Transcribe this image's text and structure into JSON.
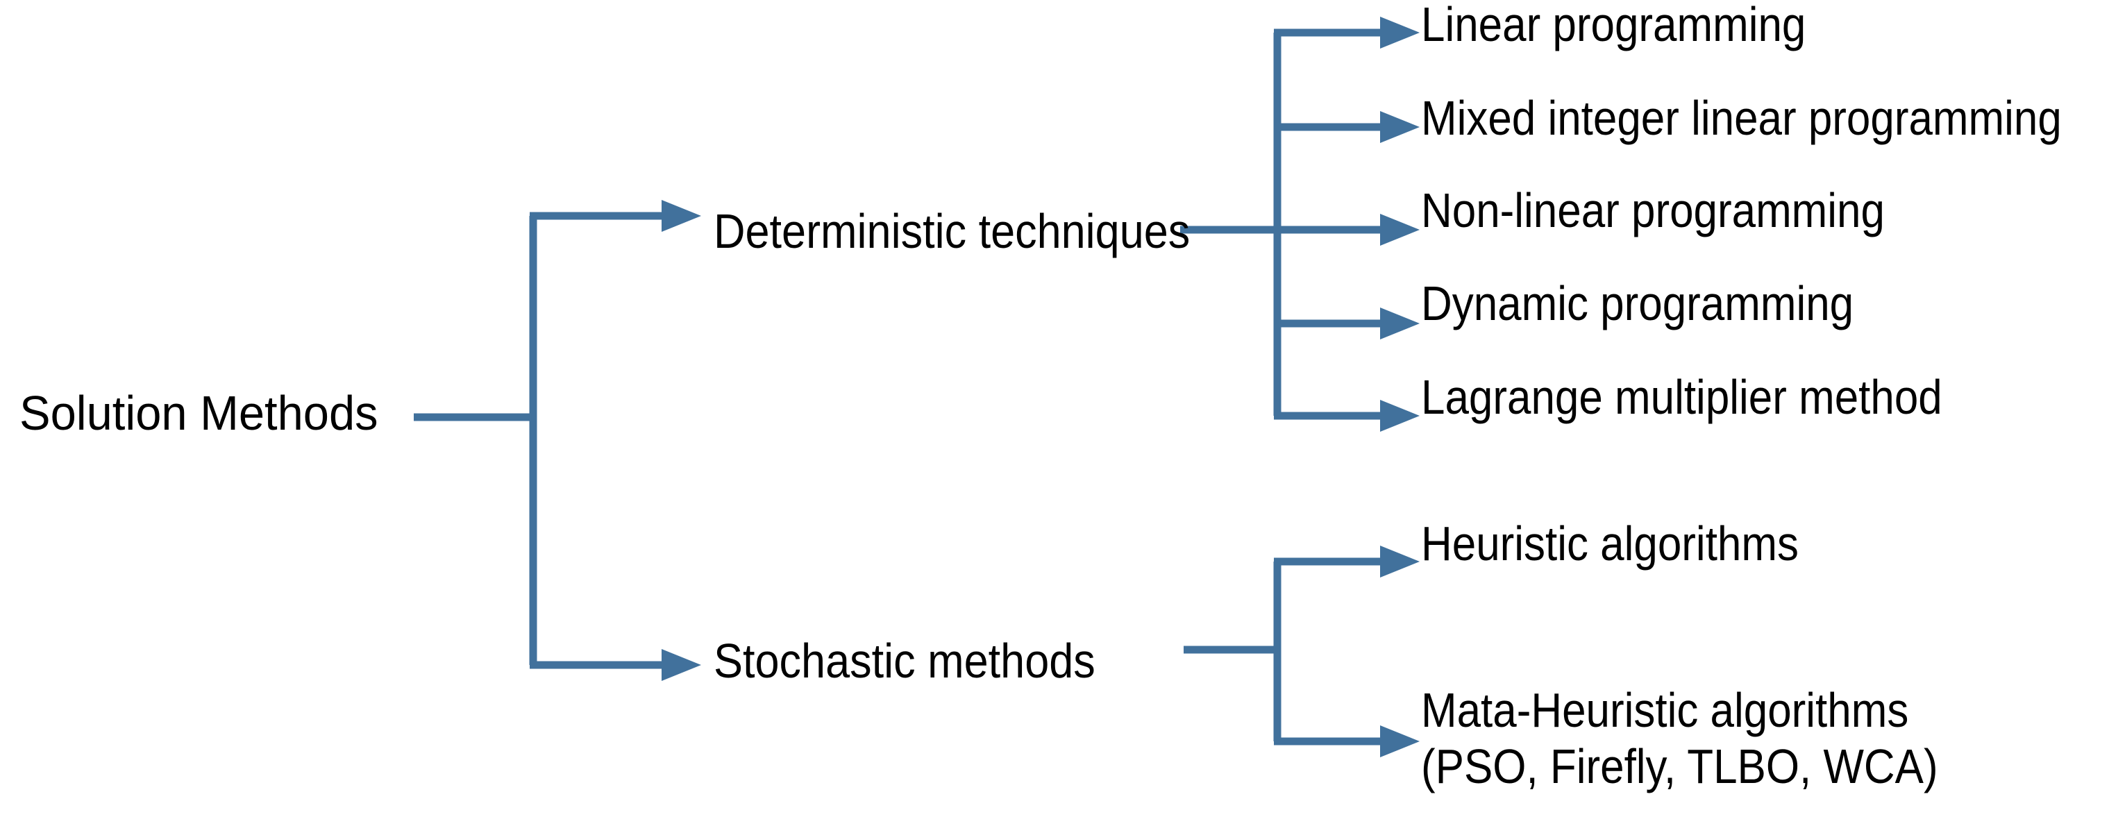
{
  "diagram": {
    "title": "Solution Methods",
    "type": "tree-hierarchy",
    "line_color": "#41719C",
    "text_color": "#000000",
    "background_color": "#FFFFFF",
    "root": {
      "label": "Solution Methods"
    },
    "level2": [
      {
        "label": "Deterministic techniques"
      },
      {
        "label": "Stochastic methods"
      }
    ],
    "deterministic_children": [
      {
        "label": "Linear programming"
      },
      {
        "label": "Mixed integer linear programming"
      },
      {
        "label": "Non-linear programming"
      },
      {
        "label": "Dynamic programming"
      },
      {
        "label": "Lagrange multiplier method"
      }
    ],
    "stochastic_children": [
      {
        "label": "Heuristic algorithms"
      },
      {
        "label_line1": "Mata-Heuristic algorithms",
        "label_line2": "(PSO, Firefly, TLBO, WCA)"
      }
    ],
    "arrow_icon": "arrow-right-icon"
  }
}
